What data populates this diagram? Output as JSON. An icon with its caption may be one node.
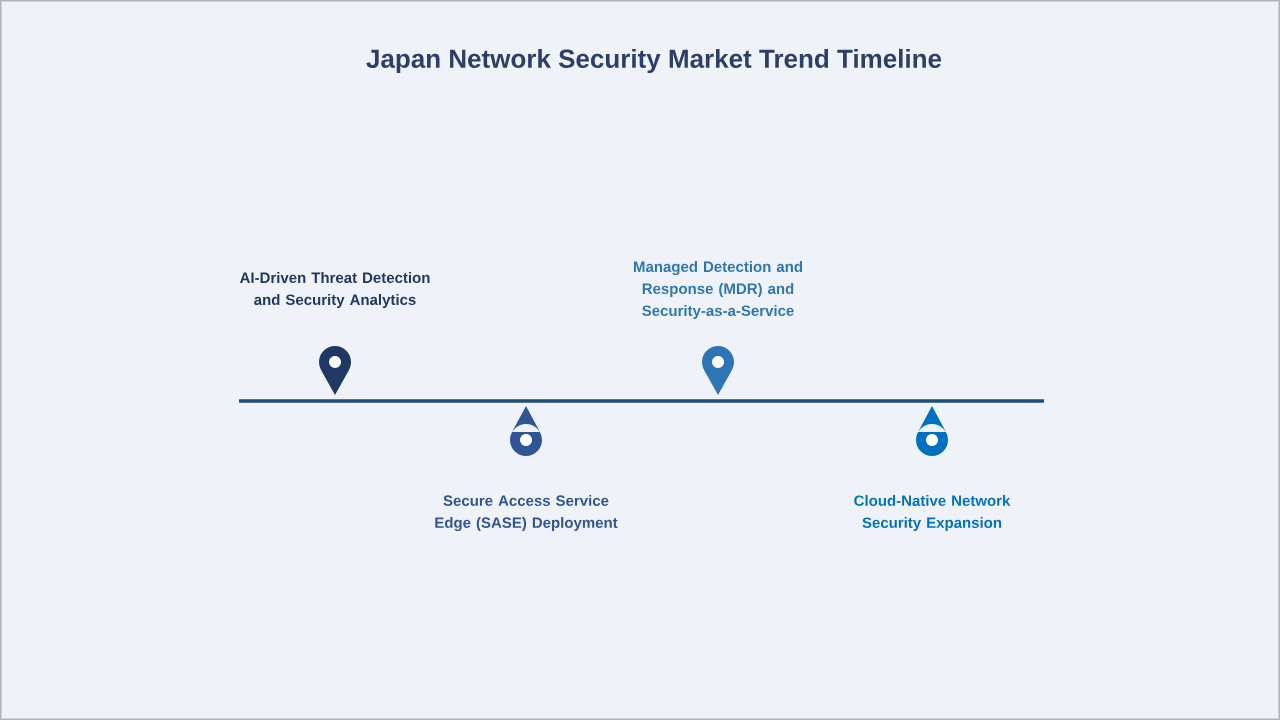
{
  "diagram": {
    "title": "Japan Network Security Market Trend Timeline",
    "labels": [
      "AI-Driven Threat Detection and Security Analytics",
      "Managed Detection and Response (MDR) and Security-as-a-Service",
      "Secure Access Service Edge (SASE) Deployment",
      "Cloud-Native Network Security Expansion"
    ]
  }
}
